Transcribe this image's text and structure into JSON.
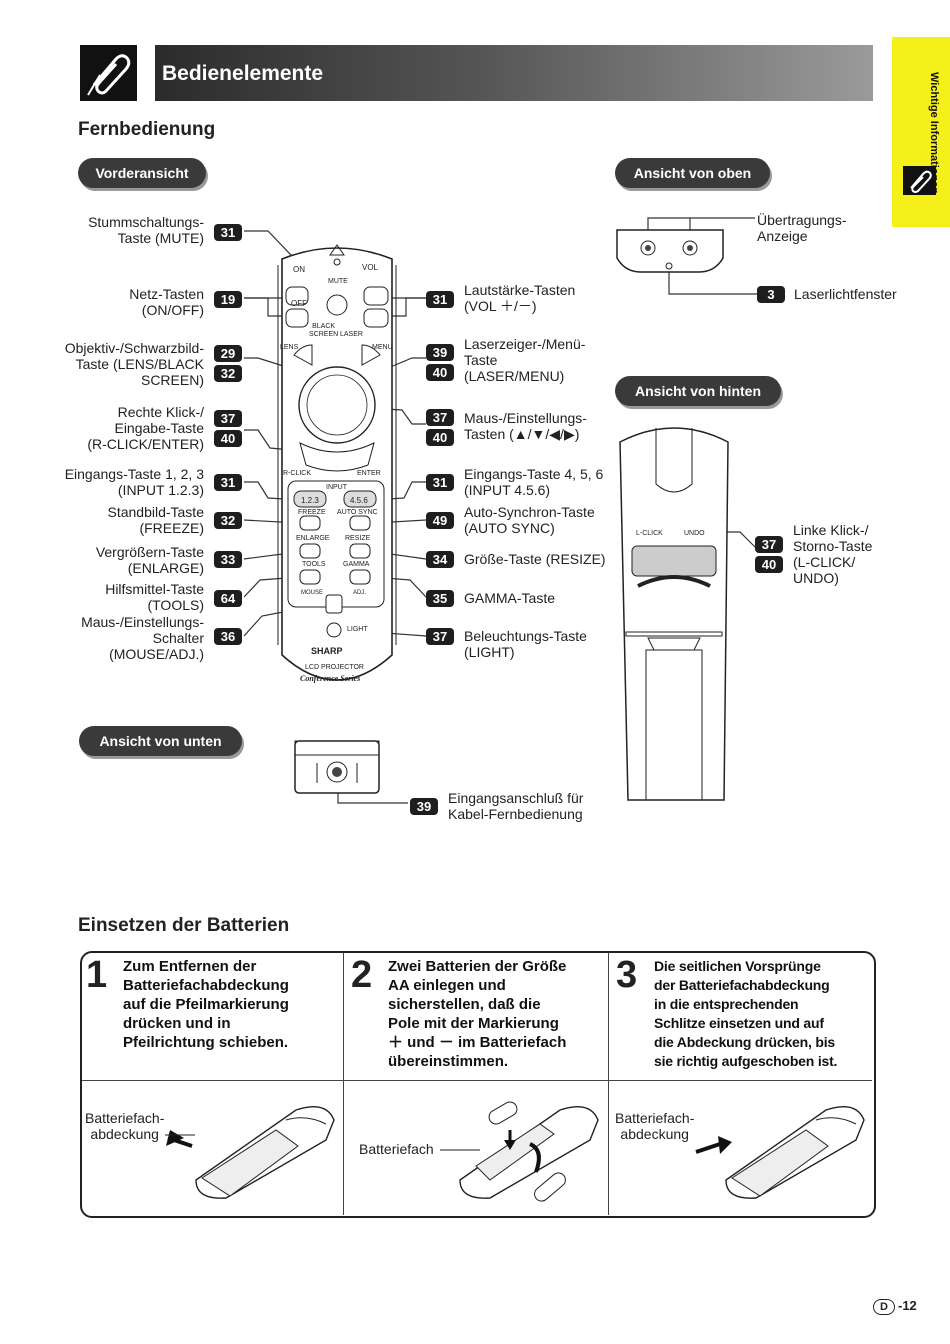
{
  "header": {
    "title": "Bedienelemente",
    "side_tab": "Wichtige Informationen"
  },
  "sections": {
    "remote": "Fernbedienung",
    "batteries": "Einsetzen der Batterien"
  },
  "views": {
    "front": "Vorderansicht",
    "top": "Ansicht von oben",
    "back": "Ansicht von hinten",
    "bottom": "Ansicht von unten"
  },
  "left_callouts": [
    {
      "text": "Stummschaltungs-\nTaste (MUTE)",
      "refs": [
        "31"
      ]
    },
    {
      "text": "Netz-Tasten\n(ON/OFF)",
      "refs": [
        "19"
      ]
    },
    {
      "text": "Objektiv-/Schwarzbild-\nTaste (LENS/BLACK\nSCREEN)",
      "refs": [
        "29",
        "32"
      ]
    },
    {
      "text": "Rechte Klick-/\nEingabe-Taste\n(R-CLICK/ENTER)",
      "refs": [
        "37",
        "40"
      ]
    },
    {
      "text": "Eingangs-Taste 1, 2, 3\n(INPUT 1.2.3)",
      "refs": [
        "31"
      ]
    },
    {
      "text": "Standbild-Taste\n(FREEZE)",
      "refs": [
        "32"
      ]
    },
    {
      "text": "Vergrößern-Taste\n(ENLARGE)",
      "refs": [
        "33"
      ]
    },
    {
      "text": "Hilfsmittel-Taste\n(TOOLS)",
      "refs": [
        "64"
      ]
    },
    {
      "text": "Maus-/Einstellungs-\nSchalter\n(MOUSE/ADJ.)",
      "refs": [
        "36"
      ]
    }
  ],
  "right_callouts": [
    {
      "text": "Lautstärke-Tasten\n(VOL ＋/－)",
      "refs": [
        "31"
      ]
    },
    {
      "text": "Laserzeiger-/Menü-\nTaste\n(LASER/MENU)",
      "refs": [
        "39",
        "40"
      ]
    },
    {
      "text": "Maus-/Einstellungs-\nTasten (▲/▼/◀/▶)",
      "refs": [
        "37",
        "40"
      ]
    },
    {
      "text": "Eingangs-Taste 4, 5, 6\n(INPUT 4.5.6)",
      "refs": [
        "31"
      ]
    },
    {
      "text": "Auto-Synchron-Taste\n(AUTO SYNC)",
      "refs": [
        "49"
      ]
    },
    {
      "text": "Größe-Taste (RESIZE)",
      "refs": [
        "34"
      ]
    },
    {
      "text": "GAMMA-Taste",
      "refs": [
        "35"
      ]
    },
    {
      "text": "Beleuchtungs-Taste\n(LIGHT)",
      "refs": [
        "37"
      ]
    }
  ],
  "top_view": {
    "indicator": "Übertragungs-\nAnzeige",
    "laser_ref": "3",
    "laser_label": "Laserlichtfenster"
  },
  "back_view": {
    "text": "Linke Klick-/\nStorno-Taste\n(L-CLICK/\nUNDO)",
    "refs": [
      "37",
      "40"
    ],
    "l_click": "L-CLICK",
    "undo": "UNDO"
  },
  "bottom_view": {
    "ref": "39",
    "text": "Eingangsanschluß für\nKabel-Fernbedienung"
  },
  "remote_labels": {
    "on": "ON",
    "off": "OFF",
    "mute": "MUTE",
    "vol": "VOL",
    "black_screen": "BLACK\nSCREEN",
    "laser": "LASER",
    "lens": "LENS",
    "menu": "MENU",
    "r_click": "R-CLICK",
    "enter": "ENTER",
    "input": "INPUT",
    "in123": "1.2.3",
    "in456": "4.5.6",
    "freeze": "FREEZE",
    "auto_sync": "AUTO SYNC",
    "enlarge": "ENLARGE",
    "resize": "RESIZE",
    "tools": "TOOLS",
    "gamma": "GAMMA",
    "mouse": "MOUSE",
    "adj": "ADJ.",
    "light": "LIGHT",
    "brand": "SHARP",
    "product": "LCD PROJECTOR",
    "series": "Conference Series"
  },
  "steps": [
    {
      "num": "1",
      "text": "Zum Entfernen der\nBatteriefachabdeckung\nauf die Pfeilmarkierung\ndrücken und in\nPfeilrichtung schieben.",
      "caption": "Batteriefach-\nabdeckung"
    },
    {
      "num": "2",
      "text": "Zwei Batterien der Größe\nAA einlegen und\nsicherstellen, daß die\nPole mit der Markierung\n＋ und － im Batteriefach\nübereinstimmen.",
      "caption": "Batteriefach"
    },
    {
      "num": "3",
      "text": "Die seitlichen Vorsprünge\nder Batteriefachabdeckung\nin die entsprechenden\nSchlitze einsetzen und auf\ndie Abdeckung drücken, bis\nsie richtig aufgeschoben ist.",
      "caption": "Batteriefach-\nabdeckung"
    }
  ],
  "footer": {
    "letter": "D",
    "page": "-12"
  }
}
